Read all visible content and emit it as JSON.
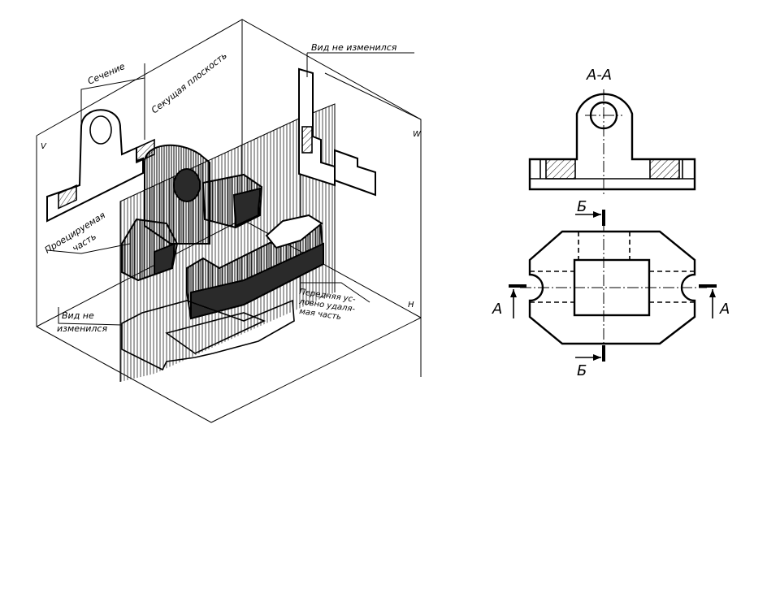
{
  "labels": {
    "sechenie": "Сечение",
    "sekushchaya": "Секущая плоскость",
    "vid_top": "Вид не изменился",
    "proets_1": "Проецируемая",
    "proets_2": "часть",
    "vid_left_1": "Вид не",
    "vid_left_2": "изменился",
    "perednyaya_1": "Передняя ус-",
    "perednyaya_2": "ловно удаля-",
    "perednyaya_3": "мая часть",
    "plane_v": "V",
    "plane_w": "W",
    "plane_h": "H"
  },
  "views": {
    "section_title": "А-А",
    "mark_a_left": "А",
    "mark_a_right": "А",
    "mark_b_top": "Б",
    "mark_b_bottom": "Б"
  }
}
